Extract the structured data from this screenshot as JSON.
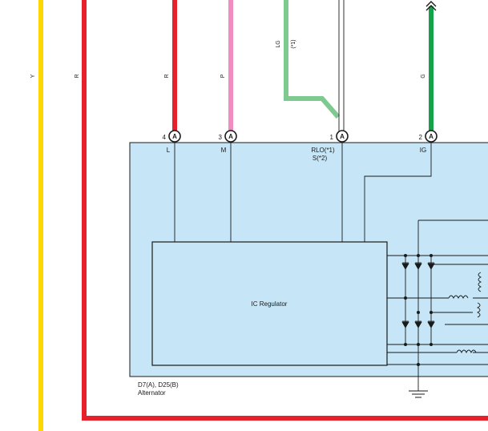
{
  "wires": {
    "Y": {
      "code": "Y",
      "color": "#FFD700"
    },
    "R_left": {
      "code": "R",
      "color": "#E8202A"
    },
    "R_pin": {
      "code": "R",
      "color": "#E8202A"
    },
    "P": {
      "code": "P",
      "color": "#F08CC0"
    },
    "LG": {
      "code": "LG",
      "note": "(*1)",
      "color": "#7EC98F"
    },
    "G": {
      "code": "G",
      "color": "#14A34A"
    }
  },
  "connector_pins": [
    {
      "number": "4",
      "connector": "A",
      "name": "L"
    },
    {
      "number": "3",
      "connector": "A",
      "name": "M"
    },
    {
      "number": "1",
      "connector": "A",
      "name": "RLO(*1)",
      "name2": "S(*2)"
    },
    {
      "number": "2",
      "connector": "A",
      "name": "IG"
    }
  ],
  "regulator": {
    "label": "IC Regulator"
  },
  "component": {
    "id": "D7(A), D25(B)",
    "name": "Alternator"
  },
  "colors": {
    "module_fill": "#C6E6F7",
    "outline": "#1a1a1a"
  }
}
